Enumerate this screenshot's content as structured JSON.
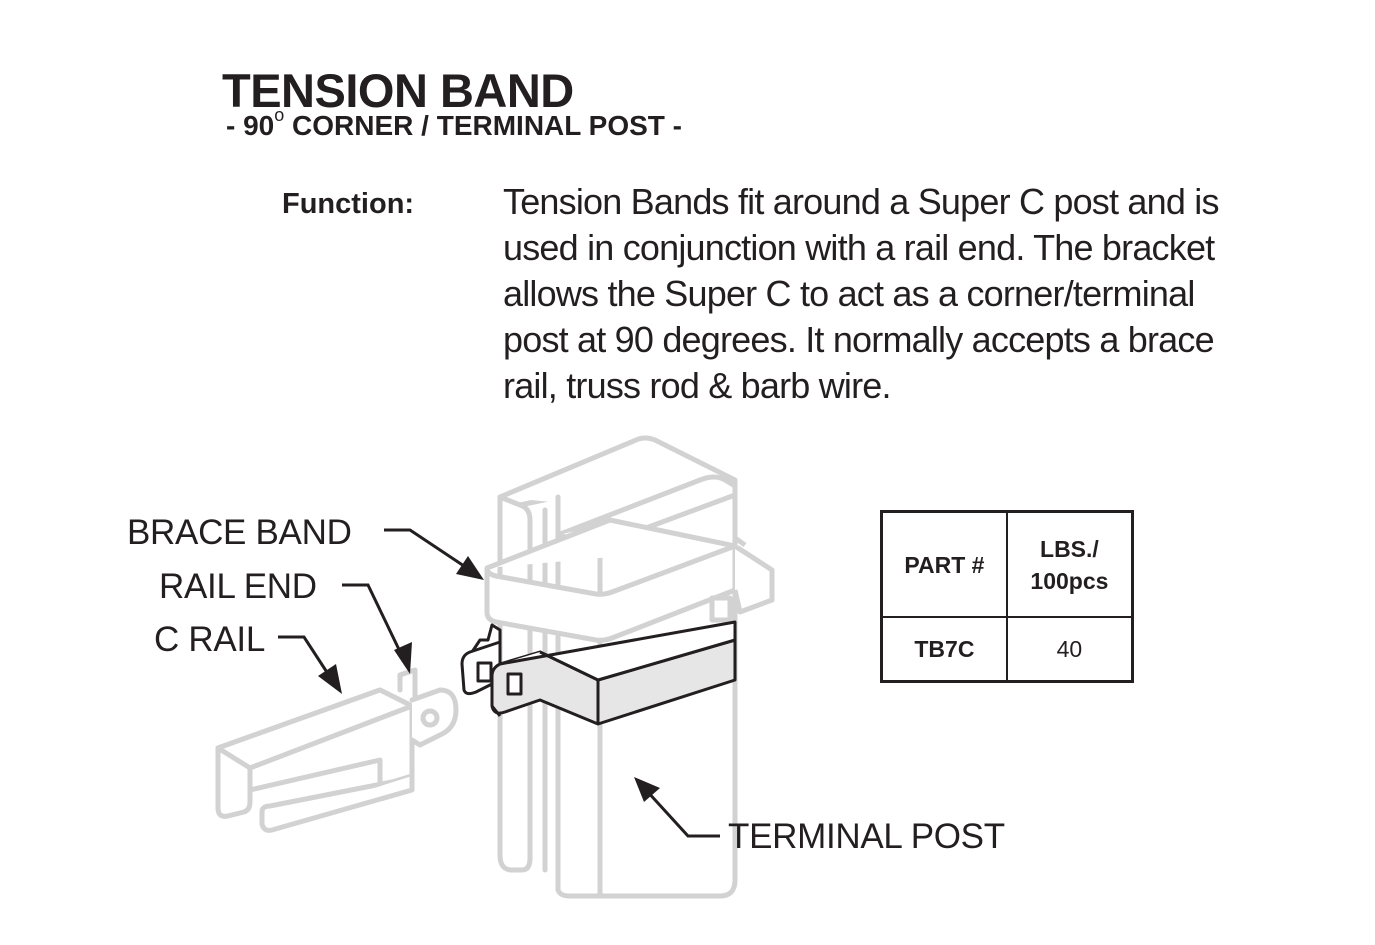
{
  "header": {
    "title": "TENSION BAND",
    "subtitle_prefix": "- 90",
    "subtitle_degree": "o",
    "subtitle_suffix": " CORNER / TERMINAL POST -"
  },
  "function": {
    "label": "Function:",
    "lines": [
      "Tension Bands fit around a Super C post and is",
      "used in conjunction with a rail end. The bracket",
      "allows the Super C to act as a corner/terminal",
      "post at 90 degrees. It normally accepts a brace",
      "rail, truss rod & barb wire."
    ]
  },
  "callouts": {
    "brace_band": "BRACE BAND",
    "rail_end": "RAIL END",
    "c_rail": "C RAIL",
    "terminal_post": "TERMINAL POST"
  },
  "table": {
    "headers": [
      "PART #",
      "LBS./",
      "100pcs"
    ],
    "rows": [
      {
        "part": "TB7C",
        "lbs": "40"
      }
    ]
  },
  "colors": {
    "ink": "#231f20",
    "faded_outline": "#d2d2d2",
    "band_fill": "#e6e6e6"
  }
}
